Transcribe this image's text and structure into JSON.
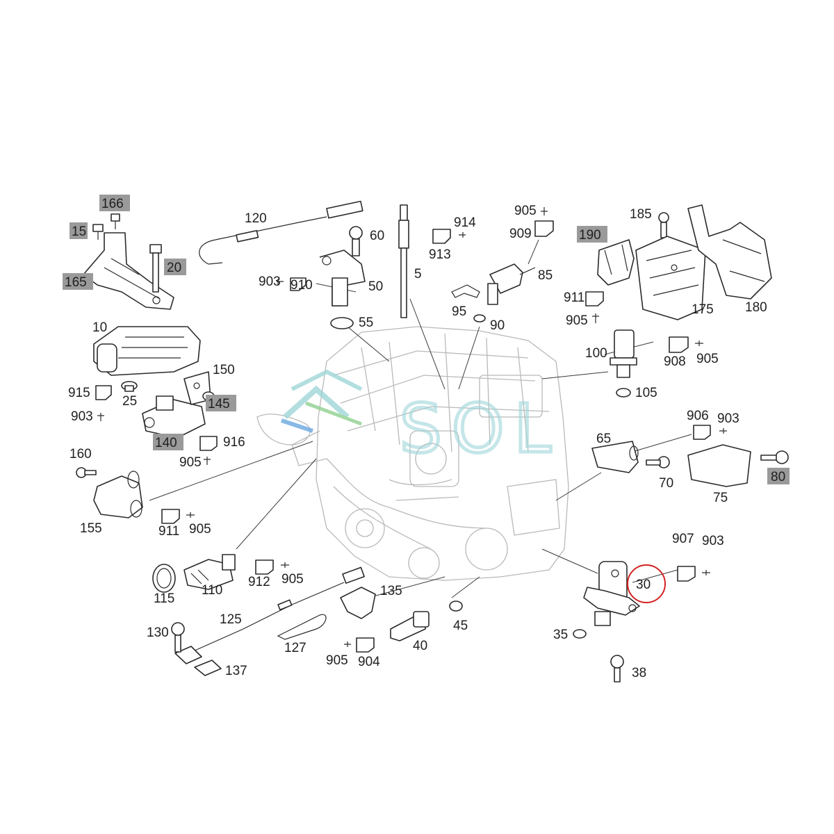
{
  "watermark": {
    "text": "SOL",
    "color": "#9fd6d8"
  },
  "highlight": {
    "part": "30",
    "color": "#d32222"
  },
  "labels": {
    "l166": "166",
    "l15": "15",
    "l20": "20",
    "l165": "165",
    "l120": "120",
    "l60": "60",
    "l903a": "903",
    "l910": "910",
    "l50": "50",
    "l55": "55",
    "l5": "5",
    "l914": "914",
    "l913": "913",
    "l905a": "905",
    "l909": "909",
    "l85": "85",
    "l95": "95",
    "l90": "90",
    "l185": "185",
    "l190": "190",
    "l911a": "911",
    "l905b": "905",
    "l175": "175",
    "l180": "180",
    "l10": "10",
    "l915": "915",
    "l25": "25",
    "l903b": "903",
    "l150": "150",
    "l145": "145",
    "l140": "140",
    "l916": "916",
    "l905c": "905",
    "l100": "100",
    "l908": "908",
    "l905d": "905",
    "l105": "105",
    "l906": "906",
    "l903c": "903",
    "l65": "65",
    "l70": "70",
    "l75": "75",
    "l80": "80",
    "l160": "160",
    "l155": "155",
    "l911b": "911",
    "l905e": "905",
    "l907": "907",
    "l903d": "903",
    "l30": "30",
    "l115": "115",
    "l110": "110",
    "l912": "912",
    "l905f": "905",
    "l135": "135",
    "l125": "125",
    "l130": "130",
    "l127": "127",
    "l137": "137",
    "l45": "45",
    "l40": "40",
    "l905g": "905",
    "l904": "904",
    "l35": "35",
    "l38": "38"
  }
}
